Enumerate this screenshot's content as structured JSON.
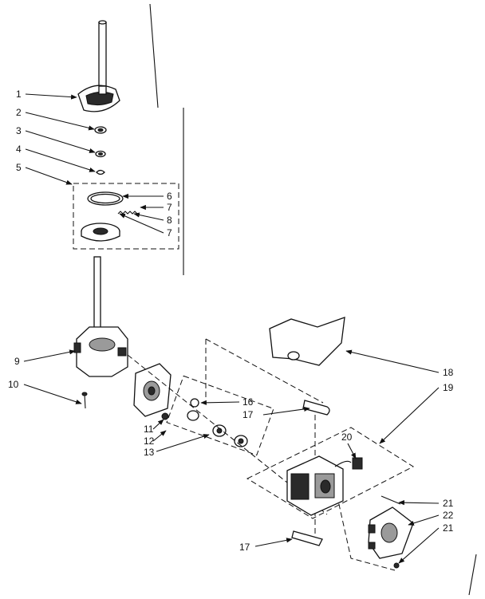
{
  "callouts": [
    {
      "id": "c1",
      "text": "1"
    },
    {
      "id": "c2",
      "text": "2"
    },
    {
      "id": "c3",
      "text": "3"
    },
    {
      "id": "c4",
      "text": "4"
    },
    {
      "id": "c5",
      "text": "5"
    },
    {
      "id": "c6",
      "text": "6"
    },
    {
      "id": "c7a",
      "text": "7"
    },
    {
      "id": "c8",
      "text": "8"
    },
    {
      "id": "c7b",
      "text": "7"
    },
    {
      "id": "c9",
      "text": "9"
    },
    {
      "id": "c10",
      "text": "10"
    },
    {
      "id": "c11",
      "text": "11"
    },
    {
      "id": "c12",
      "text": "12"
    },
    {
      "id": "c13",
      "text": "13"
    },
    {
      "id": "c16",
      "text": "16"
    },
    {
      "id": "c17a",
      "text": "17"
    },
    {
      "id": "c18",
      "text": "18"
    },
    {
      "id": "c19",
      "text": "19"
    },
    {
      "id": "c20",
      "text": "20"
    },
    {
      "id": "c21a",
      "text": "21"
    },
    {
      "id": "c22",
      "text": "22"
    },
    {
      "id": "c21b",
      "text": "21"
    },
    {
      "id": "c17b",
      "text": "17"
    }
  ]
}
